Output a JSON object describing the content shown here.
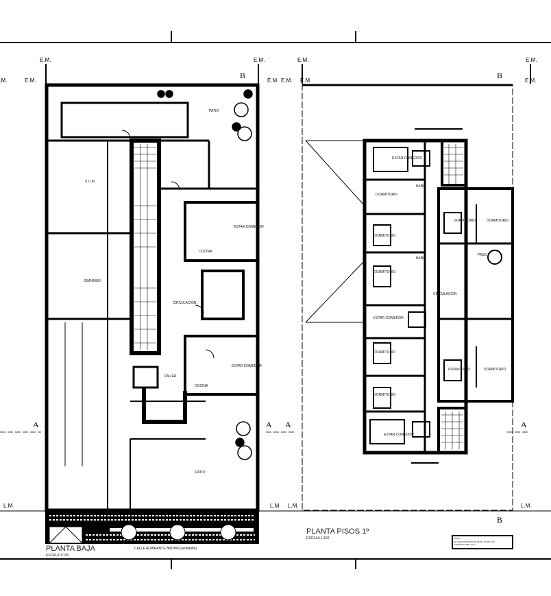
{
  "sheet": {
    "boundary_label": "E.M.",
    "line_label": "L.M.",
    "section_a": "A",
    "section_b": "B"
  },
  "ground_floor": {
    "title": "PLANTA BAJA",
    "scale": "ESCALA 1:100",
    "street": "CALLE ALMIRANTE BROWN (asfaltado)",
    "rooms": {
      "sum": "S.U.M.",
      "gym": "GIMNASIO",
      "circulation": "CIRCULACION",
      "palier": "PALIER",
      "patio_top": "PATIO",
      "patio_bottom": "PATIO",
      "living": "ESTAR COMEDOR",
      "kitchen": "COCINA",
      "living2": "ESTAR COMEDOR",
      "kitchen2": "COCINA"
    }
  },
  "upper_floor": {
    "title": "PLANTA PISOS 1º",
    "scale": "ESCALA 1:100",
    "rooms": {
      "living_top": "ESTAR COMEDOR",
      "bed1": "DORMITORIO",
      "bed2": "DORMITORIO",
      "bed3": "DORMITORIO",
      "bed4": "DORMITORIO",
      "bed5": "DORMITORIO",
      "bed6": "DORMITORIO",
      "bed7": "DORMITORIO",
      "bed8": "DORMITORIO",
      "bed9": "DORMITORIO",
      "bath1": "BAÑO",
      "bath2": "BAÑO",
      "paso": "PASO",
      "circulation": "CIRCULACION",
      "living_bottom": "ESTAR COMEDOR",
      "living_mid": "ESTAR COMEDOR"
    },
    "note_title": "NOTA:",
    "note_line1": "EL ANCHO MÍNIMO DE PASILLOS DE USO",
    "note_line2": "COMÚN ES DE 1,20 m"
  }
}
